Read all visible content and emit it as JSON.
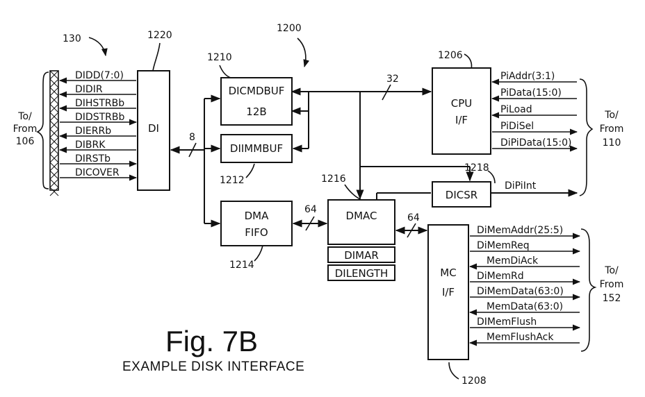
{
  "figure": {
    "title": "Fig. 7B",
    "caption": "EXAMPLE DISK INTERFACE"
  },
  "refs": {
    "r130": "130",
    "r1220": "1220",
    "r1200": "1200",
    "r1210": "1210",
    "r1212": "1212",
    "r1214": "1214",
    "r1216": "1216",
    "r1206": "1206",
    "r1218": "1218",
    "r1208": "1208"
  },
  "blocks": {
    "di": "DI",
    "dicmdbuf": "DICMDBUF",
    "dicmdbuf_sub": "12B",
    "diimmbuf": "DIIMMBUF",
    "dma_fifo_1": "DMA",
    "dma_fifo_2": "FIFO",
    "dmac": "DMAC",
    "dimar": "DIMAR",
    "dilength": "DILENGTH",
    "cpu_if_1": "CPU",
    "cpu_if_2": "I/F",
    "dicsr": "DICSR",
    "mc_if_1": "MC",
    "mc_if_2": "I/F"
  },
  "left_signals": [
    "DIDD(7:0)",
    "DIDIR",
    "DIHSTRBb",
    "DIDSTRBb",
    "DIERRb",
    "DIBRK",
    "DIRSTb",
    "DICOVER"
  ],
  "left_group": [
    "To/",
    "From",
    "106"
  ],
  "cpu_signals": [
    "PiAddr(3:1)",
    "PiData(15:0)",
    "PiLoad",
    "PiDiSel",
    "DiPiData(15:0)"
  ],
  "cpu_group": [
    "To/",
    "From",
    "110"
  ],
  "csr_signal": "DiPiInt",
  "mc_signals": [
    "DiMemAddr(25:5)",
    "DiMemReq",
    "MemDiAck",
    "DiMemRd",
    "DiMemData(63:0)",
    "MemData(63:0)",
    "DIMemFlush",
    "MemFlushAck"
  ],
  "mc_group": [
    "To/",
    "From",
    "152"
  ],
  "bus_widths": {
    "di_bus": "8",
    "cpu_bus": "32",
    "fifo_dmac": "64",
    "dmac_mc": "64"
  }
}
